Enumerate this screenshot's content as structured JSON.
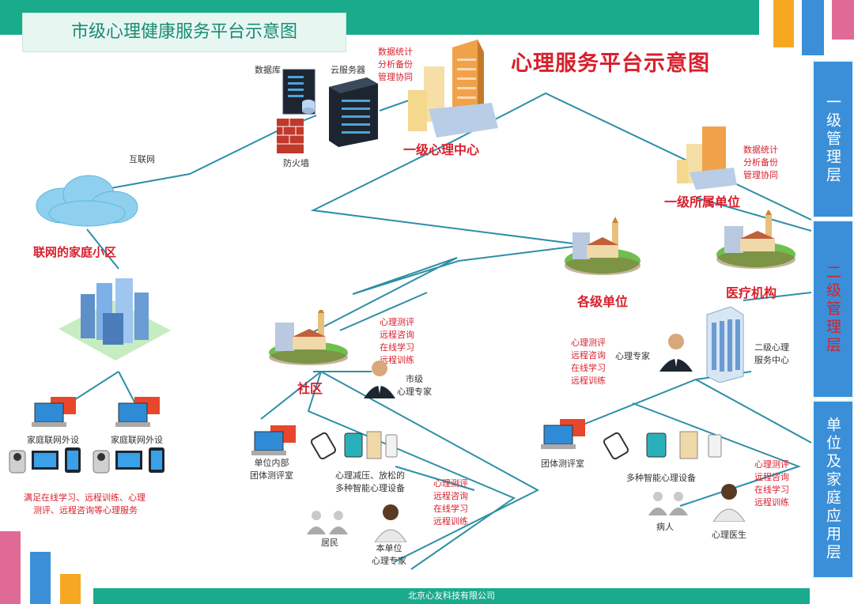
{
  "header": {
    "title": "市级心理健康服务平台示意图",
    "main_title": "心理服务平台示意图"
  },
  "footer": {
    "company": "北京心友科技有限公司"
  },
  "layers": [
    {
      "label": "一级管理层"
    },
    {
      "label": "二级管理层"
    },
    {
      "label": "单位及家庭应用层"
    }
  ],
  "nodes": {
    "database": "数据库",
    "cloud_server": "云服务器",
    "firewall": "防火墙",
    "internet": "互联网",
    "functions_1": [
      "数据统计",
      "分析备份",
      "管理协同"
    ],
    "center_1": "一级心理中心",
    "functions_2": [
      "数据统计",
      "分析备份",
      "管理协同"
    ],
    "affiliate_1": "一级所属单位",
    "home_community": "联网的家庭小区",
    "units": "各级单位",
    "hospital": "医疗机构",
    "community": "社区",
    "community_services": [
      "心理测评",
      "远程咨询",
      "在线学习",
      "远程训练"
    ],
    "city_expert": [
      "市级",
      "心理专家"
    ],
    "home_device_1": "家庭联网外设",
    "home_device_2": "家庭联网外设",
    "home_services": [
      "满足在线学习、远程训练、心理",
      "测评、远程咨询等心理服务"
    ],
    "unit_test_room": [
      "单位内部",
      "团体测评室"
    ],
    "smart_devices_left": [
      "心理减压、放松的",
      "多种智能心理设备"
    ],
    "resident_services": [
      "心理测评",
      "远程咨询",
      "在线学习",
      "远程训练"
    ],
    "residents": "居民",
    "unit_expert": [
      "本单位",
      "心理专家"
    ],
    "hospital_services": [
      "心理测评",
      "远程咨询",
      "在线学习",
      "远程训练"
    ],
    "psych_expert": "心理专家",
    "level2_center": [
      "二级心理",
      "服务中心"
    ],
    "group_test_room": "团体测评室",
    "smart_devices_right": "多种智能心理设备",
    "patient_services": [
      "心理测评",
      "远程咨询",
      "在线学习",
      "远程训练"
    ],
    "patients": "病人",
    "psych_doctor": "心理医生"
  },
  "colors": {
    "teal": "#1aaa8c",
    "accent_red": "#d8202d",
    "line": "#2d8fa6",
    "panel_blue": "#3a8fd8"
  }
}
